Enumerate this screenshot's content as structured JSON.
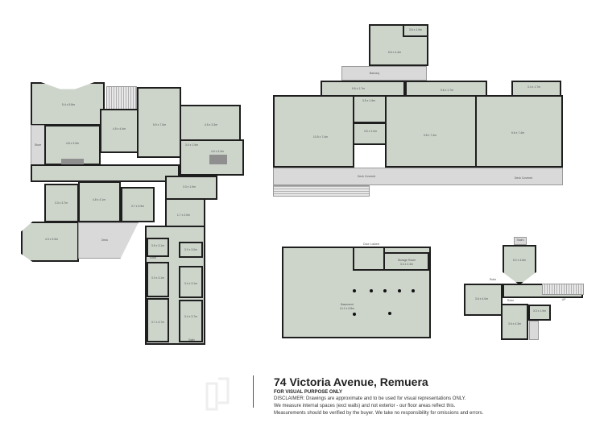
{
  "listing": {
    "address": "74 Victoria Avenue, Remuera",
    "notice": "FOR VISUAL PURPOSE ONLY",
    "disclaimer_lines": [
      "DISCLAIMER:  Drawings are approximate and to be used for visual representations ONLY.",
      "We measure internal spaces (excl walls) and not exterior - our floor areas reflect this.",
      "Measurements should be verified by the buyer. We take no responsibility for omissions and errors."
    ]
  },
  "colors": {
    "room_fill": "#cdd5cb",
    "wall": "#1e1e1e",
    "exterior": "#d9d9d9",
    "fixture": "#8f8f8f"
  },
  "plans": {
    "main_house": {
      "labels": {
        "r1": "5.4 x 5.8m",
        "r2": "4.5 x 4.4m",
        "r3": "4.8 x 3.9m",
        "r4": "5.9 x 7.0m",
        "r5": "4.5 x 3.3m",
        "r6": "3.0 x 1.9m",
        "r7": "4.5 x 3.4m",
        "deck": "Deck",
        "r8": "3.3 x 3.7m",
        "r9": "4.8 x 4.1m",
        "r10": "3.7 x 3.9m",
        "r11": "4.3 x 3.9m",
        "r12": "3.3 x 1.9m",
        "r13": "1.7 x 2.0m",
        "r14": "3.5 x 3.1m",
        "r15": "3.0 x 3.0m",
        "r16": "3.3 x 3.1m",
        "r17": "3.4 x 3.1m",
        "r18": "3.7 x 3.7m",
        "r19": "3.4 x 3.7m",
        "robe": "Robe",
        "bath": "Bath",
        "store": "Store"
      }
    },
    "pool_house": {
      "labels": {
        "r1": "3.6 x 1.9m",
        "r2": "5.6 x 4.4m",
        "balcony": "Balcony",
        "r3": "9.6 x 1.7m",
        "r4": "9.6 x 1.7m",
        "r5": "3.4 x 1.7m",
        "r6": "3.5 x 1.9m",
        "r7": "3.5 x 2.0m",
        "hall1": "10.5 x 7.4m",
        "hall2": "9.8 x 7.4m",
        "hall3": "9.6 x 7.4m",
        "deck1": "Deck Covered",
        "deck2": "Deck Covered"
      }
    },
    "basement": {
      "labels": {
        "door": "Door Locked",
        "storage": "Storage Room",
        "storage_dim": "3.4 x 2.3m",
        "basement": "Basement",
        "basement_dim": "14.2 x 9.8m"
      }
    },
    "upper_floor": {
      "labels": {
        "stairs_top": "Stairs",
        "r1": "5.2 x 4.6m",
        "r2": "3.6 x 4.0m",
        "robe1": "Robe",
        "robe2": "Robe",
        "r3": "3.3 x 1.9m",
        "r4": "3.6 x 4.3m",
        "up": "UP"
      }
    }
  }
}
